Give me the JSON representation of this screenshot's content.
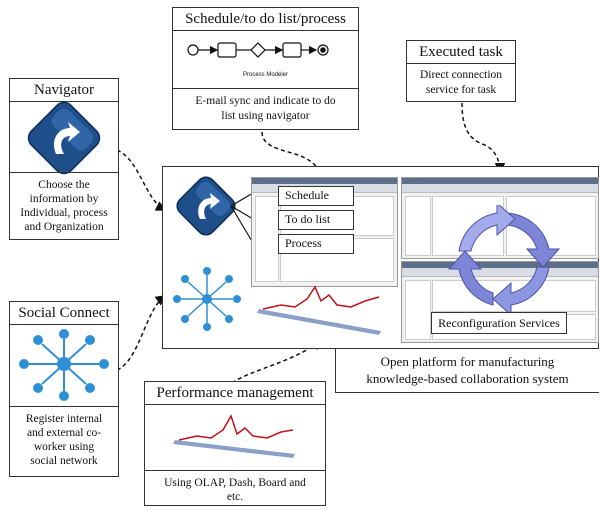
{
  "schedule_box": {
    "title": "Schedule/to do list/process",
    "modeler_caption": "Process Modeler",
    "description_line1": "E-mail sync and indicate to do",
    "description_line2": "list using navigator"
  },
  "executed_box": {
    "title": "Executed task",
    "description_line1": "Direct connection",
    "description_line2": "service for task"
  },
  "navigator_box": {
    "title": "Navigator",
    "description_line1": "Choose the",
    "description_line2": "information by",
    "description_line3": "Individual, process",
    "description_line4": "and Organization"
  },
  "social_box": {
    "title": "Social Connect",
    "description_line1": "Register internal",
    "description_line2": "and external co-",
    "description_line3": "worker using",
    "description_line4": "social network"
  },
  "performance_box": {
    "title": "Performance management",
    "description_line1": "Using OLAP, Dash, Board and",
    "description_line2": "etc."
  },
  "platform": {
    "menu": [
      "Schedule",
      "To do list",
      "Process"
    ],
    "reconfig_label": "Reconfiguration Services",
    "caption_line1": "Open platform for manufacturing",
    "caption_line2": "knowledge-based collaboration system"
  },
  "colors": {
    "navigator_blue": "#1f4f8a",
    "social_blue": "#2f8fd6",
    "chart_red": "#c0101a",
    "chart_base": "#8aa0c8",
    "cycle_purple": "#7d86d6"
  }
}
